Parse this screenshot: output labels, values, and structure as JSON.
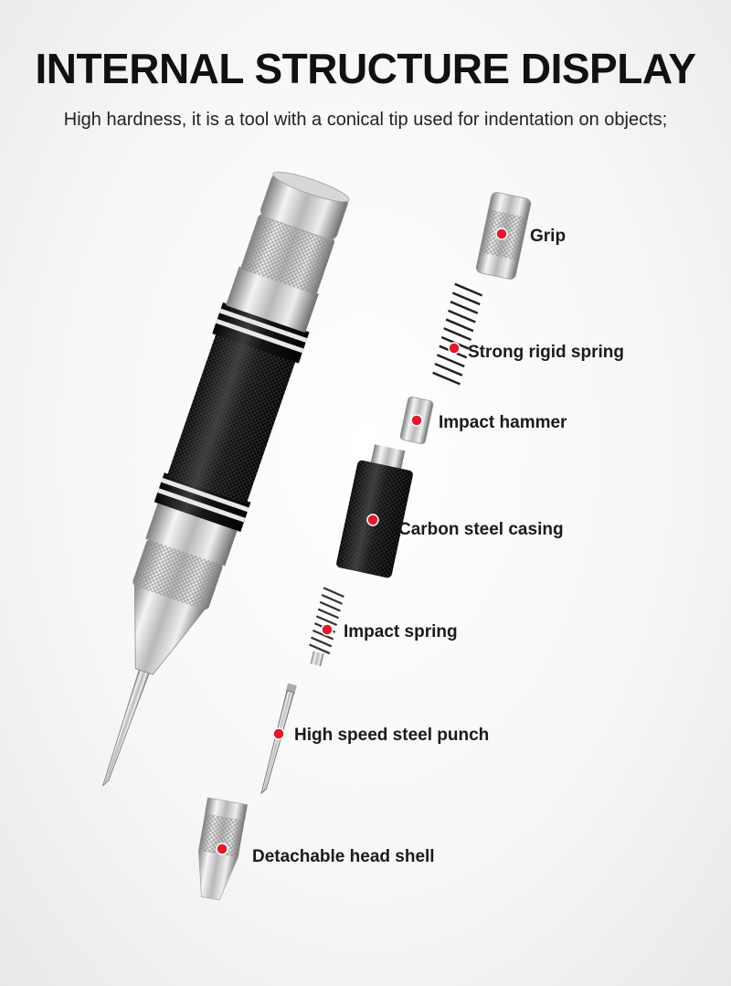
{
  "title": "INTERNAL STRUCTURE DISPLAY",
  "subtitle": "High hardness, it is a tool with a conical tip used for indentation on objects;",
  "parts": [
    {
      "label": "Grip"
    },
    {
      "label": "Strong rigid spring"
    },
    {
      "label": "Impact hammer"
    },
    {
      "label": "Carbon steel casing"
    },
    {
      "label": "Impact spring"
    },
    {
      "label": "High speed steel punch"
    },
    {
      "label": "Detachable head shell"
    }
  ],
  "colors": {
    "marker": "#e0192b",
    "body": "#1b1b1b",
    "metal": "#c9c9c9"
  }
}
